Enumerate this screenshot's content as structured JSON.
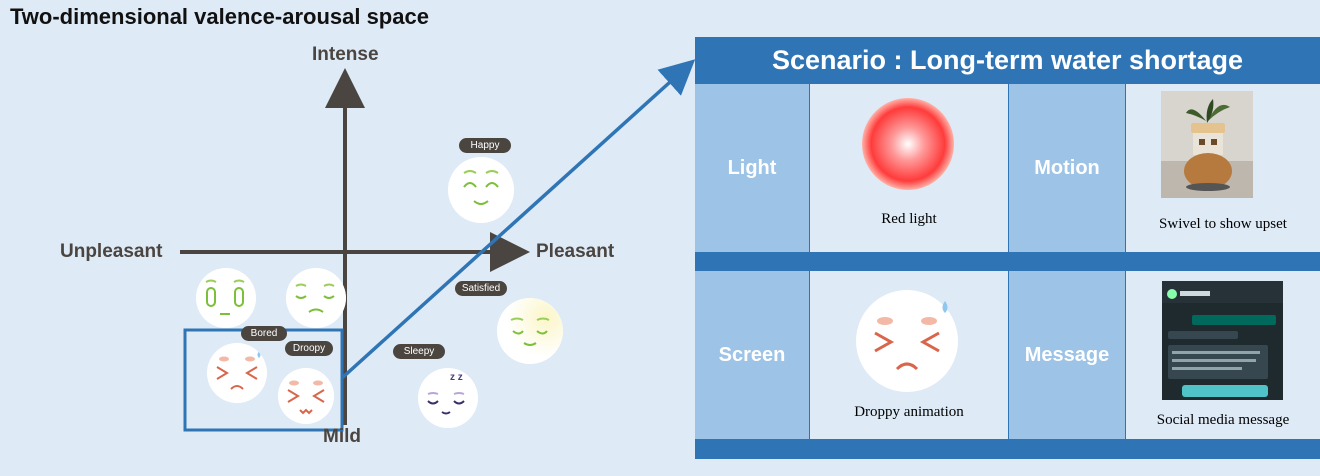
{
  "title": "Two-dimensional valence-arousal space",
  "axes": {
    "top": "Intense",
    "bottom": "Mild",
    "left": "Unpleasant",
    "right": "Pleasant"
  },
  "emotions": {
    "happy": "Happy",
    "satisfied": "Satisfied",
    "sleepy": "Sleepy",
    "bored": "Bored",
    "droopy": "Droopy"
  },
  "panel": {
    "title": "Scenario : Long-term water shortage",
    "cells": [
      {
        "label": "Light",
        "caption": "Red light"
      },
      {
        "label": "Motion",
        "caption": "Swivel to show upset"
      },
      {
        "label": "Screen",
        "caption": "Droppy animation"
      },
      {
        "label": "Message",
        "caption": "Social media message"
      }
    ]
  },
  "colors": {
    "axis": "#4a4540",
    "accent": "#2f75b5",
    "label_bg": "#9dc3e6",
    "body_bg": "#deeaf6"
  }
}
